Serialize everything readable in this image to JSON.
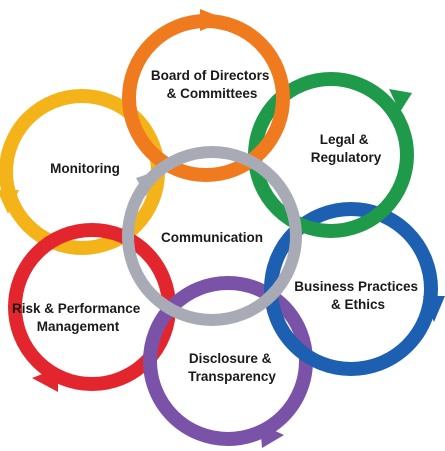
{
  "diagram": {
    "center": {
      "label": "Communication",
      "color": "#a8abb6"
    },
    "nodes": [
      {
        "id": "board",
        "lines": [
          "Board of Directors",
          "& Committees"
        ],
        "color": "#f07b1e"
      },
      {
        "id": "legal",
        "lines": [
          "Legal &",
          "Regulatory"
        ],
        "color": "#1f9a4a"
      },
      {
        "id": "business",
        "lines": [
          "Business Practices",
          "& Ethics"
        ],
        "color": "#1d5fb0"
      },
      {
        "id": "disclosure",
        "lines": [
          "Disclosure &",
          "Transparency"
        ],
        "color": "#7a52a8"
      },
      {
        "id": "risk",
        "lines": [
          "Risk & Performance",
          "Management"
        ],
        "color": "#e3262e"
      },
      {
        "id": "monitoring",
        "lines": [
          "Monitoring"
        ],
        "color": "#f5b31a"
      }
    ]
  }
}
